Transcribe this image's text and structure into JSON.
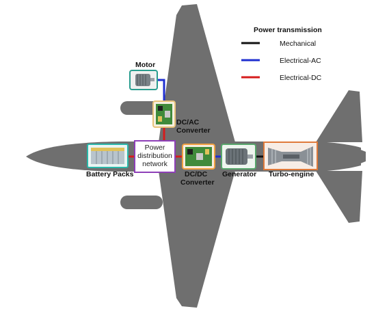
{
  "legend": {
    "title": "Power transmission",
    "items": [
      {
        "label": "Mechanical",
        "color": "#111111"
      },
      {
        "label": "Electrical-AC",
        "color": "#1f2fd0"
      },
      {
        "label": "Electrical-DC",
        "color": "#d61c1c"
      }
    ]
  },
  "components": {
    "motor": {
      "label": "Motor",
      "border_color": "#2a9d8f"
    },
    "dcac": {
      "label_line1": "DC/AC",
      "label_line2": "Converter",
      "border_color": "#e8c27a"
    },
    "battery": {
      "label": "Battery Packs",
      "border_color": "#2ab7a9"
    },
    "pdn": {
      "line1": "Power",
      "line2": "distribution",
      "line3": "network",
      "border_color": "#8e3fb8"
    },
    "dcdc": {
      "label_line1": "DC/DC",
      "label_line2": "Converter",
      "border_color": "#f0a040"
    },
    "generator": {
      "label": "Generator",
      "border_color": "#56a66a"
    },
    "turbo": {
      "label": "Turbo-engine",
      "border_color": "#e07a3a"
    }
  },
  "colors": {
    "fuselage": "#6f6f6f",
    "mechanical": "#111111",
    "ac": "#1f2fd0",
    "dc": "#d61c1c"
  }
}
